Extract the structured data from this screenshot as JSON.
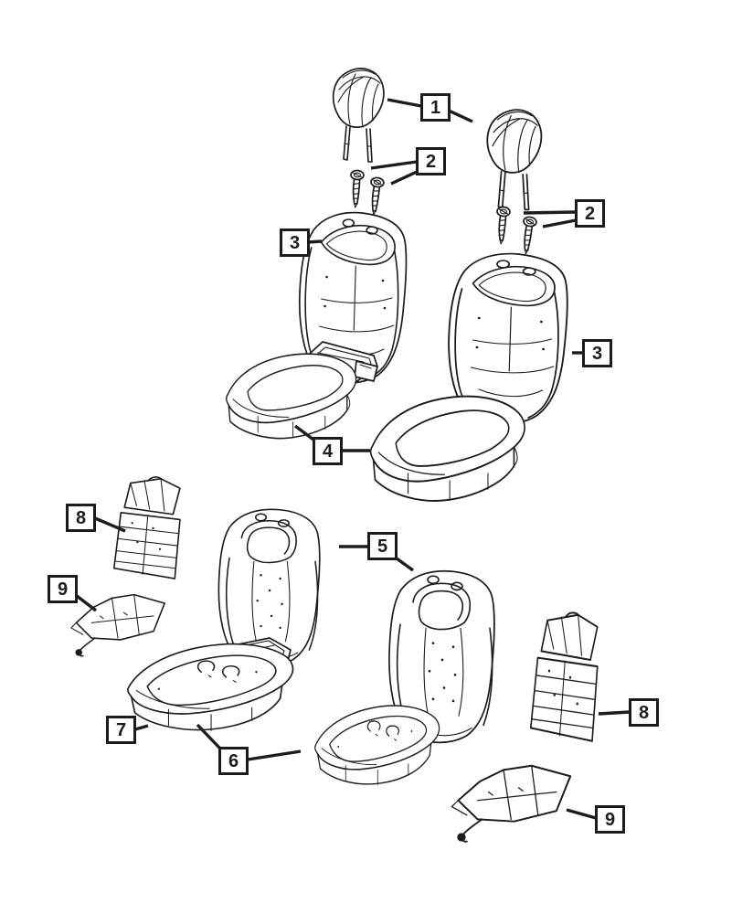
{
  "page": {
    "background": "#ffffff",
    "line_color": "#1c1c1c",
    "callout_border_color": "#1c1c1c",
    "callout_text_color": "#1c1c1c"
  },
  "diagram": {
    "type": "exploded-parts-diagram",
    "subject": "front-seat-components",
    "callouts": [
      {
        "label": "1",
        "points_to": "headrest"
      },
      {
        "label": "2",
        "points_to": "headrest-guide-screws-left"
      },
      {
        "label": "2",
        "points_to": "headrest-guide-screws-right"
      },
      {
        "label": "3",
        "points_to": "seat-back-cover-left"
      },
      {
        "label": "3",
        "points_to": "seat-back-cover-right"
      },
      {
        "label": "4",
        "points_to": "seat-cushion-cover"
      },
      {
        "label": "5",
        "points_to": "seat-back-foam"
      },
      {
        "label": "8",
        "points_to": "seat-back-heater-panel-upper"
      },
      {
        "label": "9",
        "points_to": "seat-cushion-heater-mat-upper"
      },
      {
        "label": "7",
        "points_to": "seat-cushion-foam-left"
      },
      {
        "label": "6",
        "points_to": "seat-cushion-foam"
      },
      {
        "label": "8",
        "points_to": "seat-back-heater-panel-lower"
      },
      {
        "label": "9",
        "points_to": "seat-cushion-heater-mat-lower"
      }
    ],
    "parts": [
      "headrest-left",
      "headrest-right",
      "headrest-guide-screws-left",
      "headrest-guide-screws-right",
      "seat-back-cover-left",
      "seat-back-cover-right",
      "lumbar-tray",
      "seat-cushion-cover-left",
      "seat-cushion-cover-right",
      "seat-back-heater-panel-upper",
      "seat-cushion-heater-mat-upper",
      "seat-back-foam-left",
      "seat-track-shield",
      "seat-cushion-foam-left",
      "seat-back-foam-right",
      "seat-cushion-foam-right",
      "seat-back-heater-panel-lower",
      "seat-cushion-heater-mat-lower"
    ]
  }
}
